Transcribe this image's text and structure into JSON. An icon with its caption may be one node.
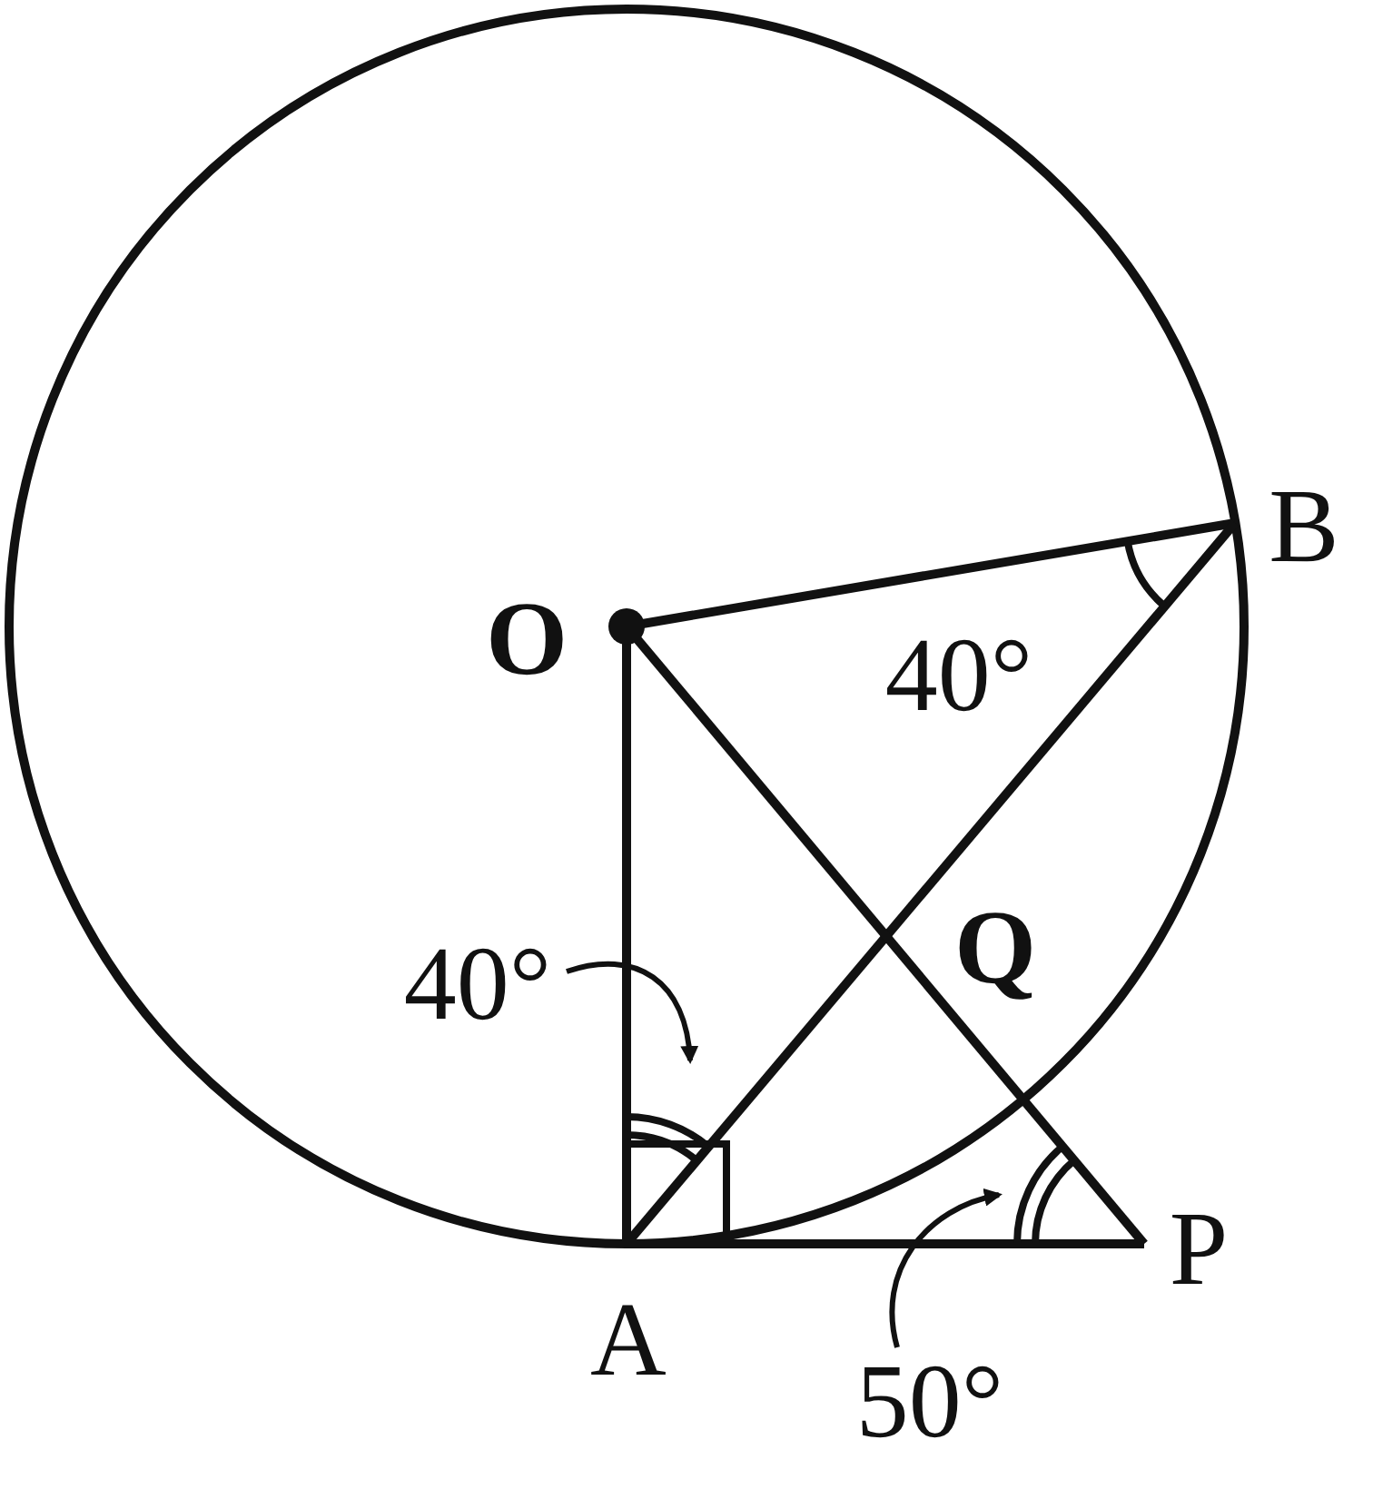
{
  "diagram": {
    "nodes": [
      {
        "text": [
          "40°"
        ]
      },
      {
        "text": [
          "50°"
        ]
      }
    ],
    "edges": [
      {
        "from": 0,
        "to": null,
        "arrow": "to"
      },
      {
        "from": 1,
        "to": null,
        "arrow": "to"
      }
    ],
    "labels": [
      "B",
      "O",
      "40°",
      "Q",
      "A",
      "P"
    ]
  }
}
